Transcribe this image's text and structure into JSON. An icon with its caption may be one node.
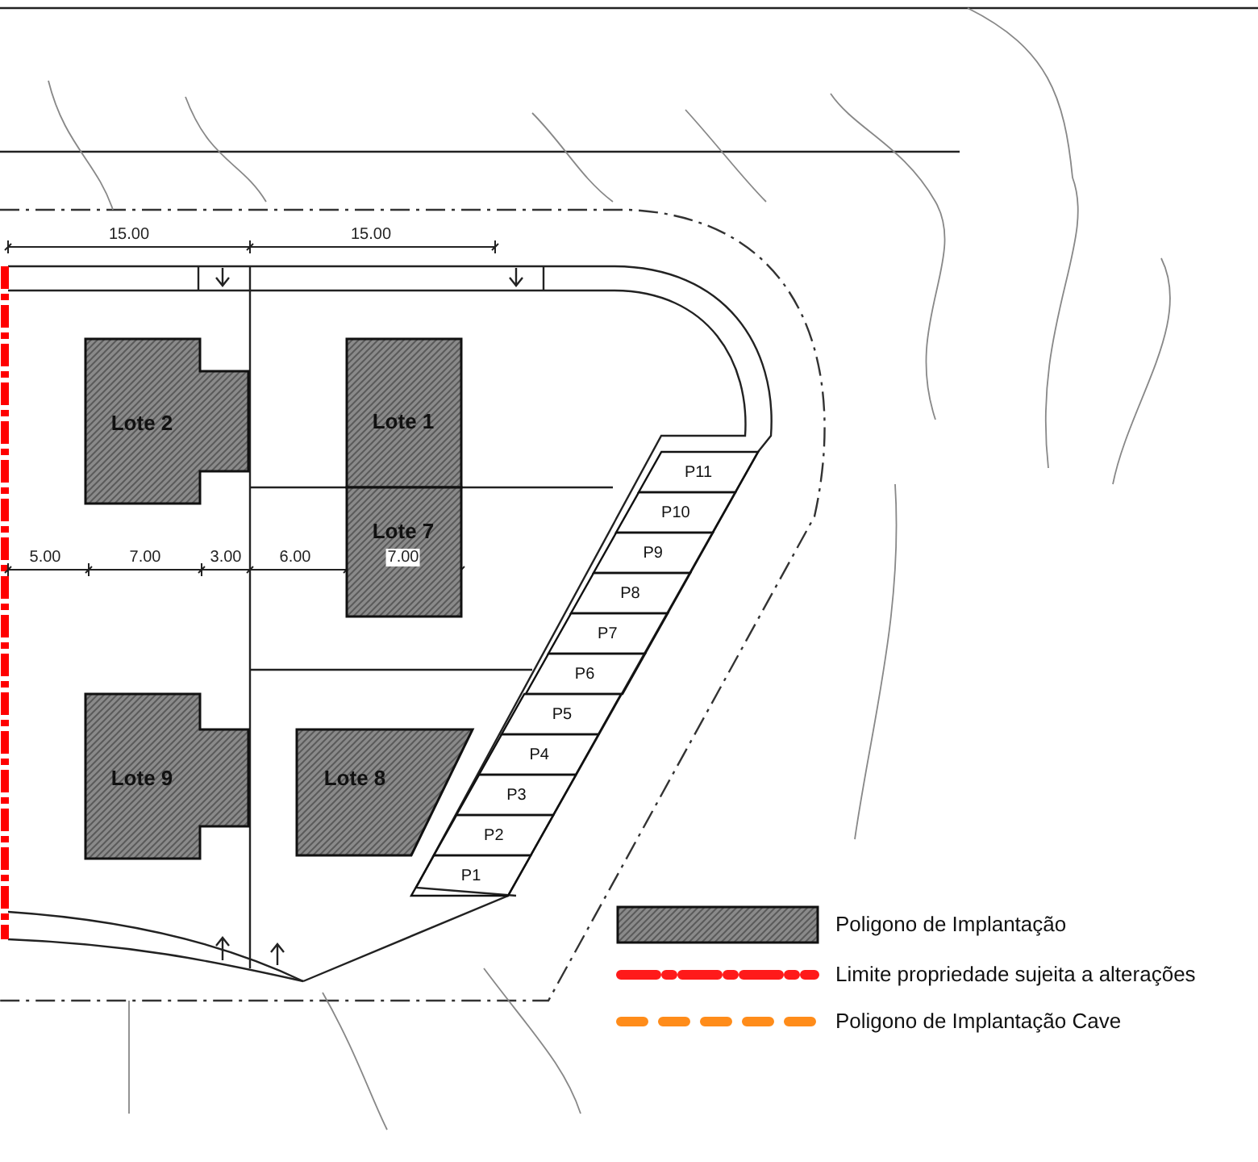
{
  "diagram": {
    "nodes": [
      {
        "text": [
          "Lote 2"
        ]
      },
      {
        "text": [
          "Lote 1"
        ]
      },
      {
        "text": [
          "Lote 7"
        ]
      },
      {
        "text": [
          "Lote 9"
        ]
      },
      {
        "text": [
          "Lote 8"
        ]
      },
      {
        "text": [
          "P11"
        ]
      },
      {
        "text": [
          "P10"
        ]
      },
      {
        "text": [
          "P9"
        ]
      },
      {
        "text": [
          "P8"
        ]
      },
      {
        "text": [
          "P7"
        ]
      },
      {
        "text": [
          "P6"
        ]
      },
      {
        "text": [
          "P5"
        ]
      },
      {
        "text": [
          "P4"
        ]
      },
      {
        "text": [
          "P3"
        ]
      },
      {
        "text": [
          "P2"
        ]
      },
      {
        "text": [
          "P1"
        ]
      }
    ],
    "labels": [
      "15.00",
      "15.00",
      "5.00",
      "7.00",
      "3.00",
      "6.00",
      "7.00"
    ],
    "legend": [
      {
        "text": "Poligono de Implantação"
      },
      {
        "text": "Limite propriedade sujeita a alterações"
      },
      {
        "text": "Poligono de Implantação Cave"
      }
    ]
  }
}
